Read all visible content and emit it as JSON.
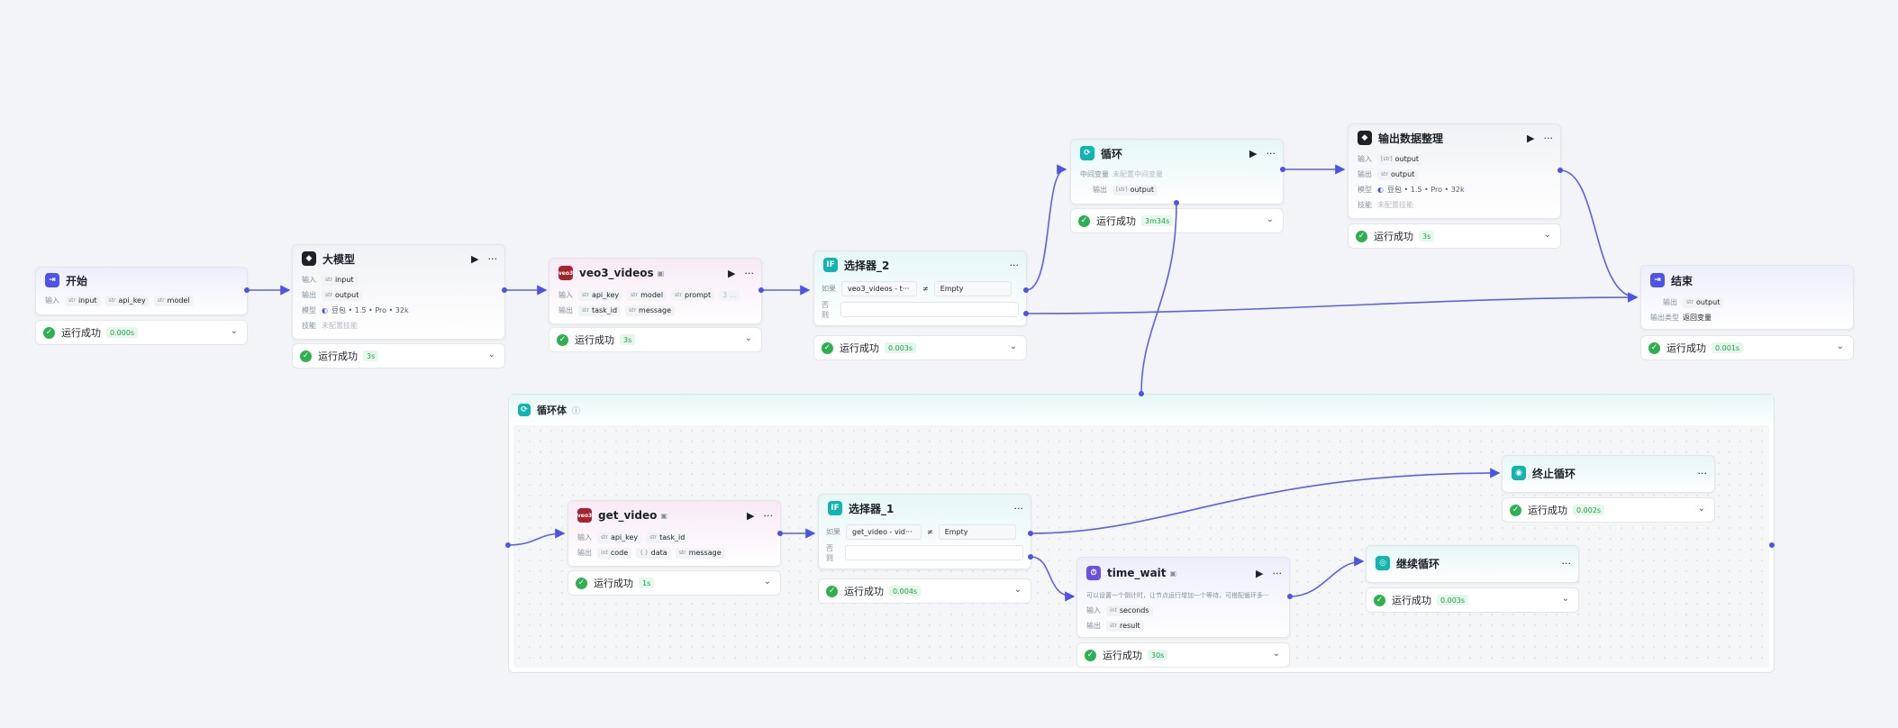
{
  "colors": {
    "accent": "#4d53e8",
    "success": "#2fb050",
    "teal": "#0fb5ae",
    "canvas_bg": "#f2f4f7"
  },
  "labels": {
    "input": "输入",
    "output": "输出",
    "model": "模型",
    "skill": "技能",
    "if": "如果",
    "else": "否则",
    "mid_var": "中间变量",
    "output_type": "输出类型"
  },
  "nodes": {
    "start": {
      "title": "开始",
      "icon": "start-icon",
      "inputs": [
        "input",
        "api_key",
        "model"
      ],
      "status": "运行成功",
      "time": "0.000s"
    },
    "llm": {
      "title": "大模型",
      "icon": "llm-icon",
      "input": "input",
      "output": "output",
      "model": "豆包 • 1.5 • Pro • 32k",
      "skill": "未配置技能",
      "status": "运行成功",
      "time": "3s"
    },
    "veo3": {
      "title": "veo3_videos",
      "icon": "veo-plugin-icon",
      "inputs": [
        "api_key",
        "model",
        "prompt",
        "3 ..."
      ],
      "outputs": [
        "task_id",
        "message"
      ],
      "status": "运行成功",
      "time": "3s"
    },
    "selector2": {
      "title": "选择器_2",
      "icon": "if-icon",
      "cond_left": "veo3_videos - t···",
      "cond_op": "≠",
      "cond_right": "Empty",
      "status": "运行成功",
      "time": "0.003s"
    },
    "loop": {
      "title": "循环",
      "icon": "loop-icon",
      "mid_var": "未配置中间变量",
      "output": "output",
      "status": "运行成功",
      "time": "3m34s"
    },
    "output_clean": {
      "title": "输出数据整理",
      "icon": "llm-icon",
      "input": "output",
      "output": "output",
      "model": "豆包 • 1.5 • Pro • 32k",
      "skill": "未配置技能",
      "status": "运行成功",
      "time": "3s"
    },
    "end": {
      "title": "结束",
      "icon": "end-icon",
      "output": "output",
      "output_type": "返回变量",
      "status": "运行成功",
      "time": "0.001s"
    },
    "loop_body": {
      "title": "循环体",
      "icon": "loop-icon"
    },
    "get_video": {
      "title": "get_video",
      "icon": "veo-plugin-icon",
      "inputs": [
        "api_key",
        "task_id"
      ],
      "outputs": [
        "code",
        "data",
        "message"
      ],
      "status": "运行成功",
      "time": "1s"
    },
    "selector1": {
      "title": "选择器_1",
      "icon": "if-icon",
      "cond_left": "get_video - vid···",
      "cond_op": "≠",
      "cond_right": "Empty",
      "status": "运行成功",
      "time": "0.004s"
    },
    "stop_loop": {
      "title": "终止循环",
      "icon": "stop-loop-icon",
      "status": "运行成功",
      "time": "0.002s"
    },
    "time_wait": {
      "title": "time_wait",
      "icon": "time-wait-icon",
      "desc": "可以设置一个倒计时，让节点运行增加一个等待，可搭配循环多···",
      "input": "seconds",
      "output": "result",
      "status": "运行成功",
      "time": "30s"
    },
    "continue_loop": {
      "title": "继续循环",
      "icon": "continue-loop-icon",
      "status": "运行成功",
      "time": "0.003s"
    }
  }
}
